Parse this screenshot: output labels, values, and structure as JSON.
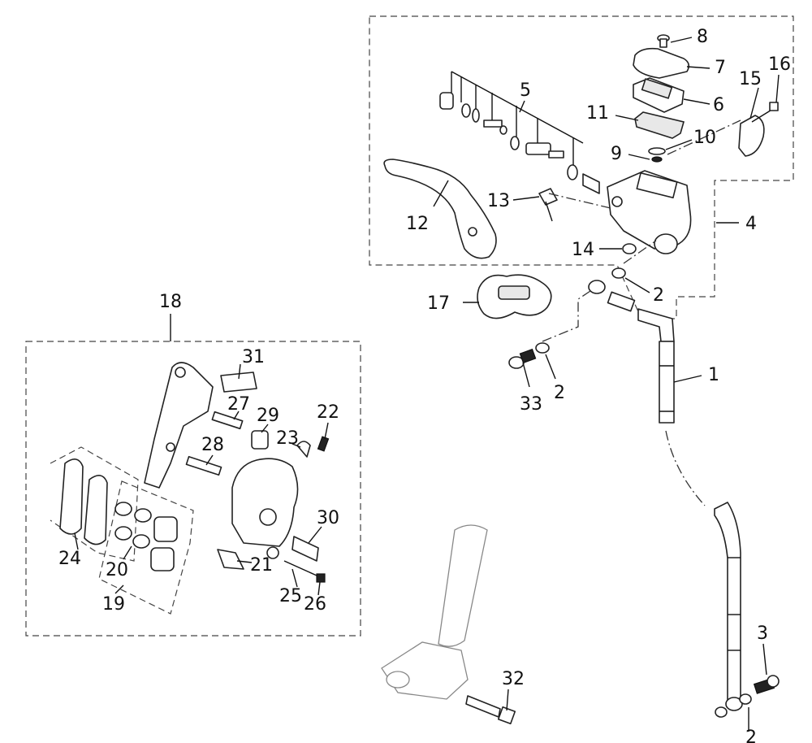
{
  "callouts": {
    "c1": "1",
    "c2a": "2",
    "c2b": "2",
    "c2c": "2",
    "c3": "3",
    "c4": "4",
    "c5": "5",
    "c6": "6",
    "c7": "7",
    "c8": "8",
    "c9": "9",
    "c10": "10",
    "c11": "11",
    "c12": "12",
    "c13": "13",
    "c14": "14",
    "c15": "15",
    "c16": "16",
    "c17": "17",
    "c18": "18",
    "c19": "19",
    "c20": "20",
    "c21": "21",
    "c22": "22",
    "c23": "23",
    "c24": "24",
    "c25": "25",
    "c26": "26",
    "c27": "27",
    "c28": "28",
    "c29": "29",
    "c30": "30",
    "c31": "31",
    "c32": "32",
    "c33": "33"
  }
}
